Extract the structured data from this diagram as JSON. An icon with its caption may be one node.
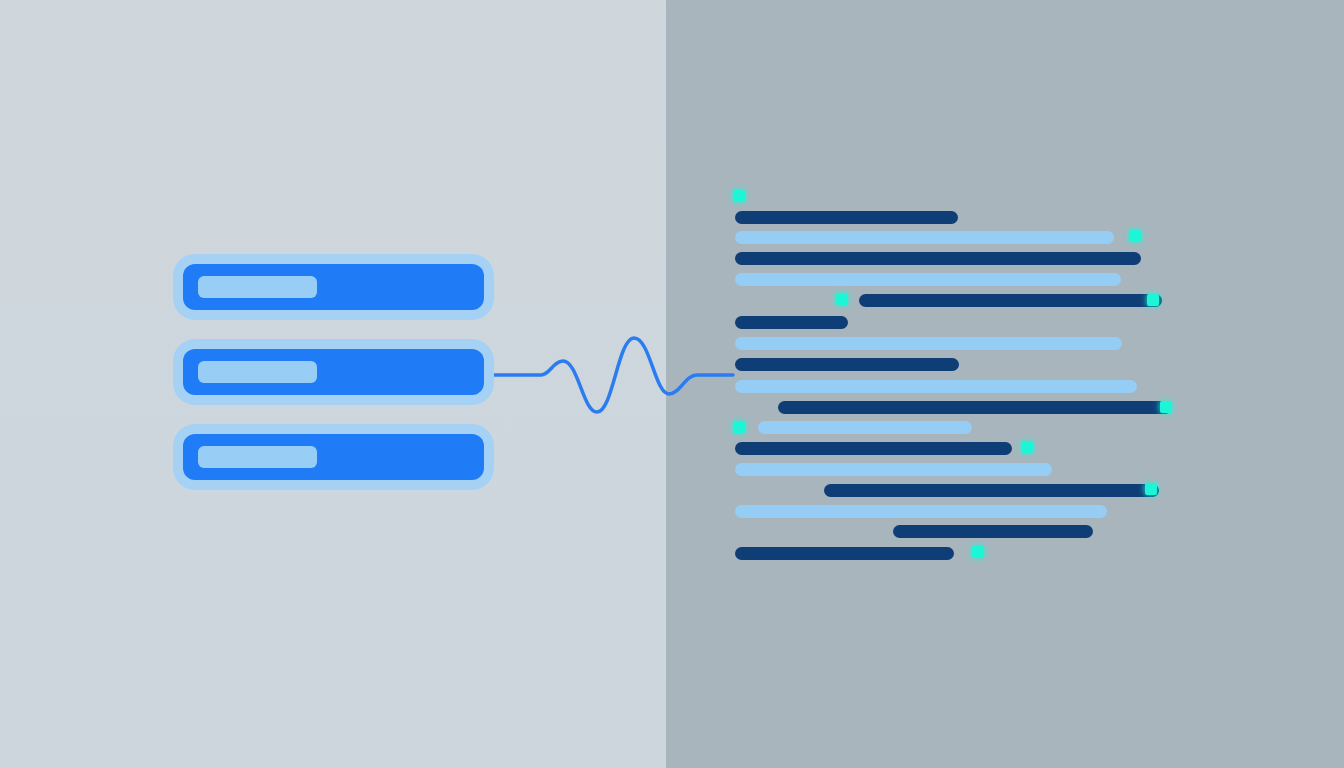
{
  "diagram": {
    "nodes": [
      {
        "text": [],
        "shape": "bar"
      },
      {
        "text": [],
        "shape": "bar"
      },
      {
        "text": [],
        "shape": "bar"
      },
      {
        "text": [],
        "shape": "picture"
      },
      {
        "text": [],
        "shape": "bar",
        "in": 3
      },
      {
        "text": [],
        "shape": "bar",
        "in": 3
      },
      {
        "text": [],
        "shape": "bar",
        "in": 3
      },
      {
        "text": [],
        "shape": "bar",
        "in": 3
      },
      {
        "text": [],
        "shape": "bar",
        "in": 3
      },
      {
        "text": [],
        "shape": "bar",
        "in": 3
      },
      {
        "text": [],
        "shape": "bar",
        "in": 3
      },
      {
        "text": [],
        "shape": "bar",
        "in": 3
      },
      {
        "text": [],
        "shape": "bar",
        "in": 3
      },
      {
        "text": [],
        "shape": "bar",
        "in": 3
      },
      {
        "text": [],
        "shape": "bar",
        "in": 3
      },
      {
        "text": [],
        "shape": "bar",
        "in": 3
      },
      {
        "text": [],
        "shape": "bar",
        "in": 3
      },
      {
        "text": [],
        "shape": "bar",
        "in": 3
      },
      {
        "text": [],
        "shape": "bar",
        "in": 3
      },
      {
        "text": [],
        "shape": "bar",
        "in": 3
      },
      {
        "text": [],
        "shape": "bar",
        "in": 3
      }
    ],
    "edges": [
      {
        "from": 1,
        "to": 3,
        "arrow": "none"
      }
    ]
  }
}
